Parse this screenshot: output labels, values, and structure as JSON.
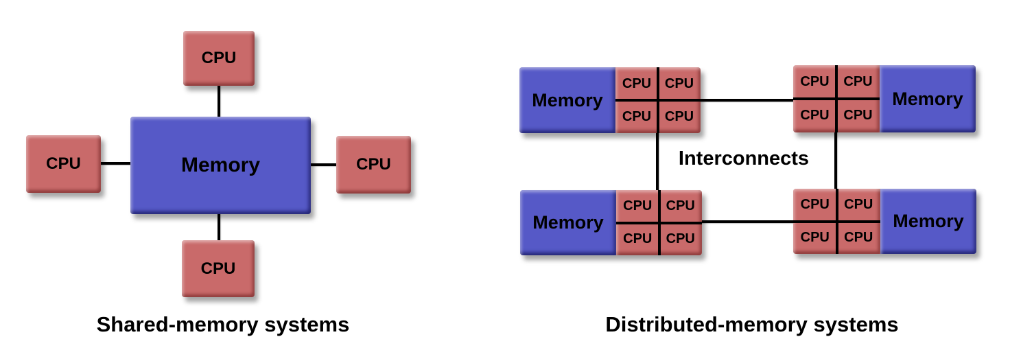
{
  "labels": {
    "cpu": "CPU",
    "memory": "Memory",
    "interconnects": "Interconnects"
  },
  "captions": {
    "shared": "Shared-memory systems",
    "distributed": "Distributed-memory systems"
  },
  "colors": {
    "memory_fill": "#5659c7",
    "cpu_fill": "#c96a6a",
    "line": "#000000",
    "text": "#000000",
    "background": "#ffffff"
  },
  "structure": {
    "shared_memory": {
      "cpu_count": 4,
      "memory_count": 1
    },
    "distributed_memory": {
      "node_count": 4,
      "cpus_per_node": 4,
      "memories_per_node": 1
    }
  }
}
